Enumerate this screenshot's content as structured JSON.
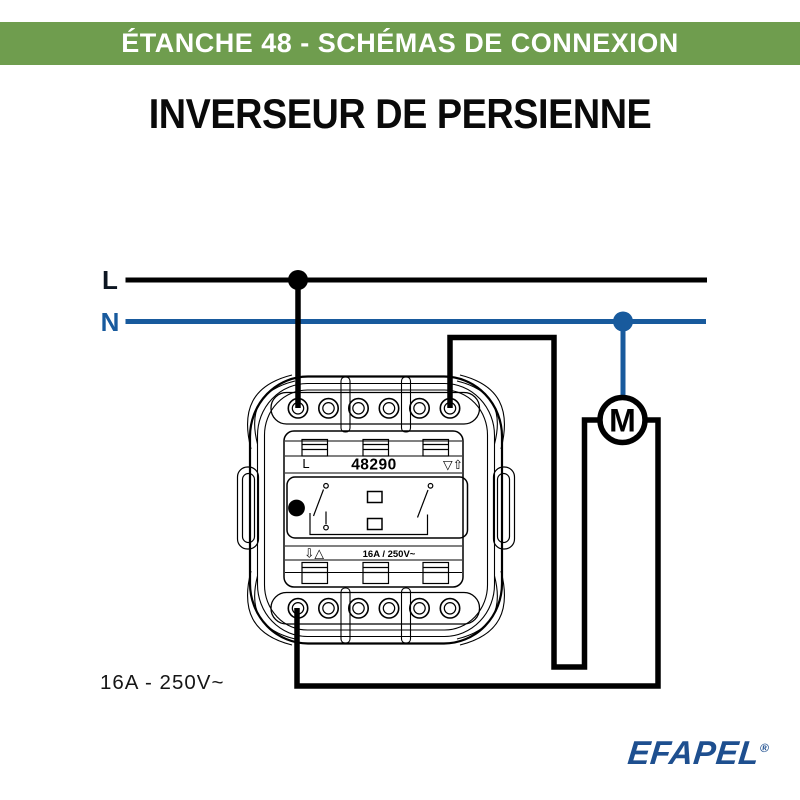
{
  "header": {
    "title": "ÉTANCHE 48 - SCHÉMAS DE CONNEXION"
  },
  "page_title": "INVERSEUR DE PERSIENNE",
  "diagram": {
    "phase_label": "L",
    "neutral_label": "N",
    "motor_label": "M",
    "rating_text": "16A - 250V~",
    "device": {
      "terminal_label": "L",
      "model_number": "48290",
      "arrows_top": "▽⇧",
      "arrows_bottom": "⇩△",
      "rating_label": "16A / 250V~"
    }
  },
  "footer": {
    "brand": "EFAPEL",
    "registered_mark": "®"
  },
  "colors": {
    "header_green": "#6f9d4e",
    "neutral_blue": "#185a9d",
    "brand_blue": "#1e4f8f",
    "wire_black": "#000000"
  }
}
